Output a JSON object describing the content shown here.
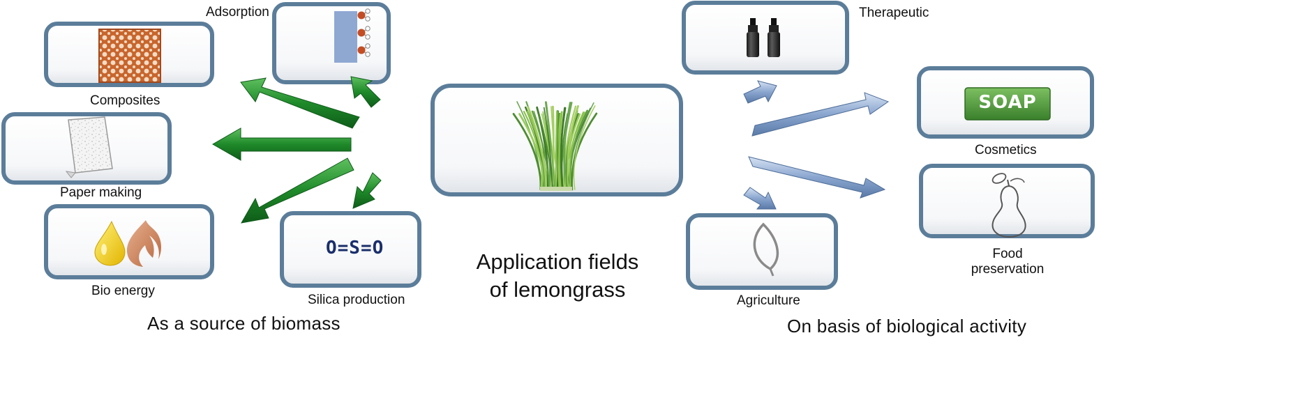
{
  "center": {
    "title_line1": "Application fields",
    "title_line2": "of lemongrass"
  },
  "left_group_caption": "As a source of biomass",
  "right_group_caption": "On basis of biological activity",
  "biomass_uses": {
    "adsorption": "Adsorption",
    "composites": "Composites",
    "paper_making": "Paper making",
    "bio_energy": "Bio energy",
    "silica_production": "Silica production",
    "silica_formula": "O=S=O"
  },
  "bio_uses": {
    "therapeutic": "Therapeutic",
    "cosmetics": "Cosmetics",
    "soap_text": "SOAP",
    "food_line1": "Food",
    "food_line2": "preservation",
    "agriculture": "Agriculture"
  },
  "colors": {
    "box_border": "#5b7d9a",
    "green_arrow": "#1f8a2a",
    "blue_arrow": "#8aa6cf",
    "soap_green": "#4f9a3c"
  }
}
